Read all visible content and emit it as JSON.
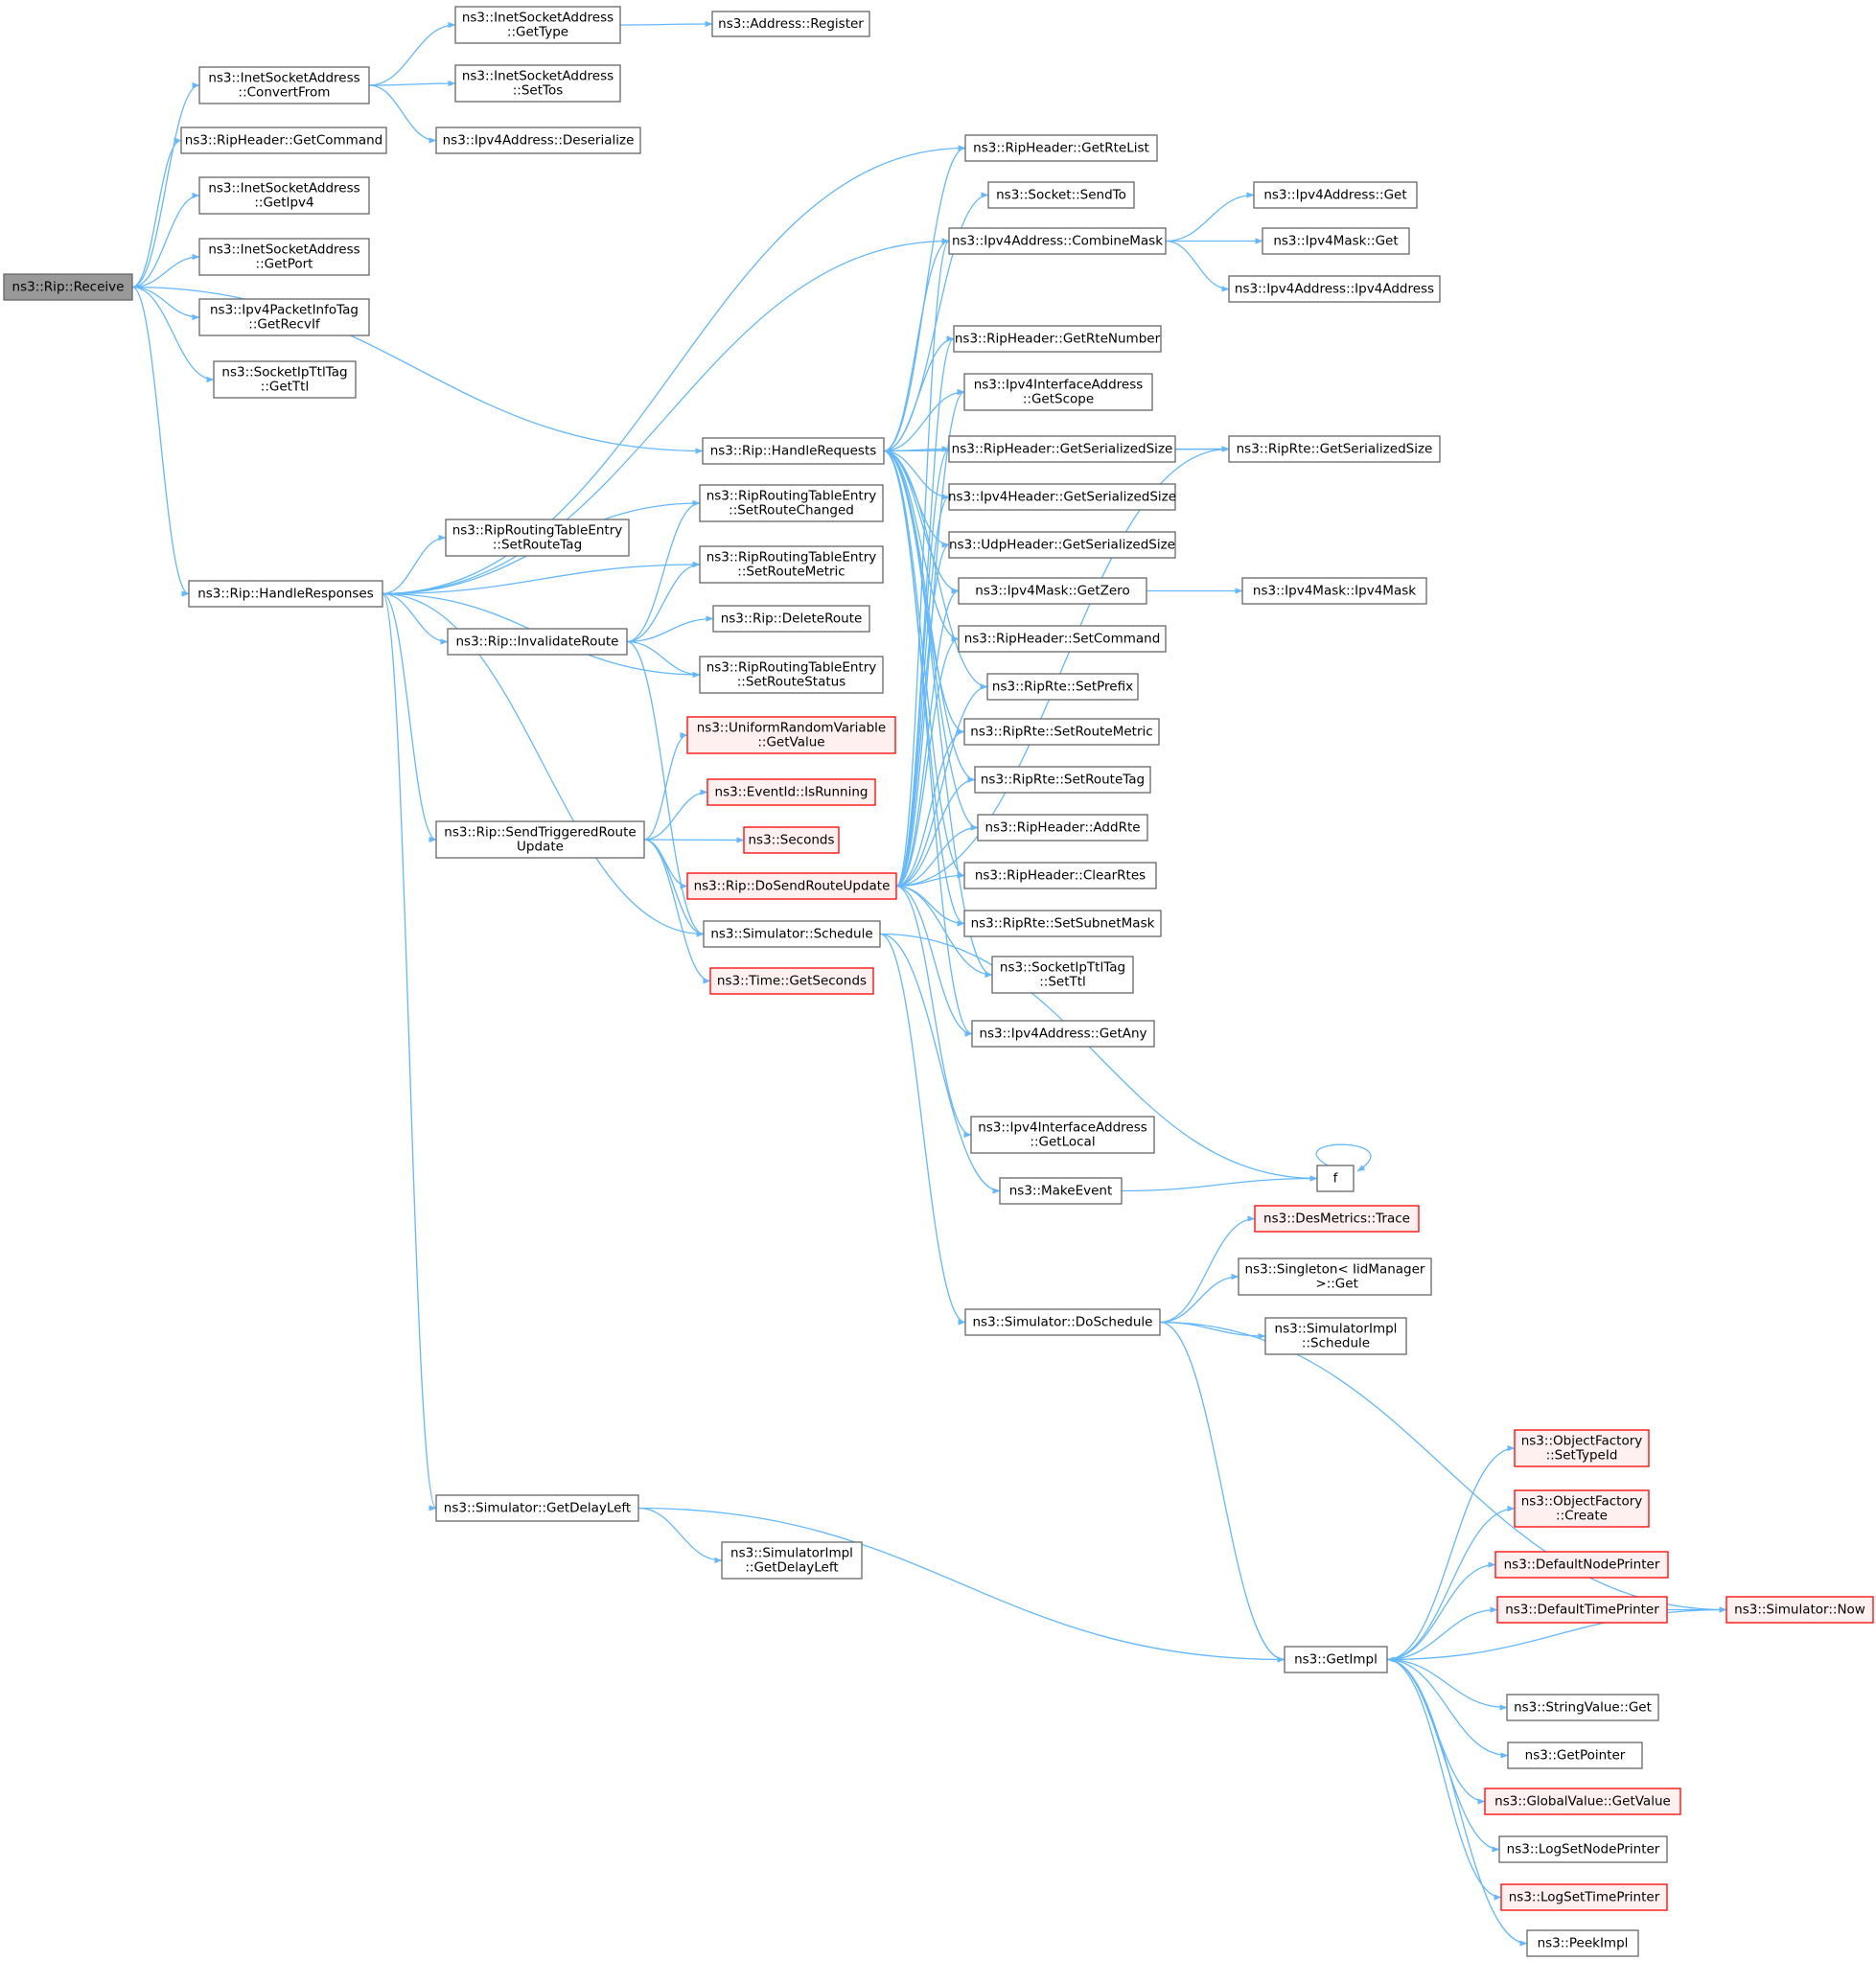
{
  "colors": {
    "edge": "#63b8ff",
    "node_border": "#666666",
    "node_fill": "#ffffff",
    "root_fill": "#999999",
    "root_border": "#666666",
    "truncated_border": "#ff0000",
    "truncated_fill": "#fff0f0",
    "text": "#000000"
  },
  "nodes": [
    {
      "id": "receive",
      "lines": [
        "ns3::Rip::Receive"
      ],
      "style": "root"
    },
    {
      "id": "convertfrom",
      "lines": [
        "ns3::InetSocketAddress",
        "::ConvertFrom"
      ],
      "style": "normal"
    },
    {
      "id": "gettype",
      "lines": [
        "ns3::InetSocketAddress",
        "::GetType"
      ],
      "style": "normal"
    },
    {
      "id": "register",
      "lines": [
        "ns3::Address::Register"
      ],
      "style": "normal"
    },
    {
      "id": "settos",
      "lines": [
        "ns3::InetSocketAddress",
        "::SetTos"
      ],
      "style": "normal"
    },
    {
      "id": "deserialize",
      "lines": [
        "ns3::Ipv4Address::Deserialize"
      ],
      "style": "normal"
    },
    {
      "id": "getcommand",
      "lines": [
        "ns3::RipHeader::GetCommand"
      ],
      "style": "normal"
    },
    {
      "id": "getipv4",
      "lines": [
        "ns3::InetSocketAddress",
        "::GetIpv4"
      ],
      "style": "normal"
    },
    {
      "id": "getport",
      "lines": [
        "ns3::InetSocketAddress",
        "::GetPort"
      ],
      "style": "normal"
    },
    {
      "id": "getrecvif",
      "lines": [
        "ns3::Ipv4PacketInfoTag",
        "::GetRecvIf"
      ],
      "style": "normal"
    },
    {
      "id": "getttl",
      "lines": [
        "ns3::SocketIpTtlTag",
        "::GetTtl"
      ],
      "style": "normal"
    },
    {
      "id": "handlerequests",
      "lines": [
        "ns3::Rip::HandleRequests"
      ],
      "style": "normal"
    },
    {
      "id": "handleresponses",
      "lines": [
        "ns3::Rip::HandleResponses"
      ],
      "style": "normal"
    },
    {
      "id": "getrtelist",
      "lines": [
        "ns3::RipHeader::GetRteList"
      ],
      "style": "normal"
    },
    {
      "id": "sendto",
      "lines": [
        "ns3::Socket::SendTo"
      ],
      "style": "normal"
    },
    {
      "id": "combinemask",
      "lines": [
        "ns3::Ipv4Address::CombineMask"
      ],
      "style": "normal"
    },
    {
      "id": "ipv4addrget",
      "lines": [
        "ns3::Ipv4Address::Get"
      ],
      "style": "normal"
    },
    {
      "id": "ipv4maskget",
      "lines": [
        "ns3::Ipv4Mask::Get"
      ],
      "style": "normal"
    },
    {
      "id": "ipv4addrctor",
      "lines": [
        "ns3::Ipv4Address::Ipv4Address"
      ],
      "style": "normal"
    },
    {
      "id": "getrtenumber",
      "lines": [
        "ns3::RipHeader::GetRteNumber"
      ],
      "style": "normal"
    },
    {
      "id": "getscope",
      "lines": [
        "ns3::Ipv4InterfaceAddress",
        "::GetScope"
      ],
      "style": "normal"
    },
    {
      "id": "riphdrsize",
      "lines": [
        "ns3::RipHeader::GetSerializedSize"
      ],
      "style": "normal"
    },
    {
      "id": "ripertesize",
      "lines": [
        "ns3::RipRte::GetSerializedSize"
      ],
      "style": "normal"
    },
    {
      "id": "ipv4hdrsize",
      "lines": [
        "ns3::Ipv4Header::GetSerializedSize"
      ],
      "style": "normal"
    },
    {
      "id": "udphdrsize",
      "lines": [
        "ns3::UdpHeader::GetSerializedSize"
      ],
      "style": "normal"
    },
    {
      "id": "getzero",
      "lines": [
        "ns3::Ipv4Mask::GetZero"
      ],
      "style": "normal"
    },
    {
      "id": "ipv4maskctor",
      "lines": [
        "ns3::Ipv4Mask::Ipv4Mask"
      ],
      "style": "normal"
    },
    {
      "id": "setcommand",
      "lines": [
        "ns3::RipHeader::SetCommand"
      ],
      "style": "normal"
    },
    {
      "id": "setprefix",
      "lines": [
        "ns3::RipRte::SetPrefix"
      ],
      "style": "normal"
    },
    {
      "id": "rtesetroutemetric",
      "lines": [
        "ns3::RipRte::SetRouteMetric"
      ],
      "style": "normal"
    },
    {
      "id": "rtesetroutetag",
      "lines": [
        "ns3::RipRte::SetRouteTag"
      ],
      "style": "normal"
    },
    {
      "id": "addrte",
      "lines": [
        "ns3::RipHeader::AddRte"
      ],
      "style": "normal"
    },
    {
      "id": "clearrtes",
      "lines": [
        "ns3::RipHeader::ClearRtes"
      ],
      "style": "normal"
    },
    {
      "id": "setsubnetmask",
      "lines": [
        "ns3::RipRte::SetSubnetMask"
      ],
      "style": "normal"
    },
    {
      "id": "setttl",
      "lines": [
        "ns3::SocketIpTtlTag",
        "::SetTtl"
      ],
      "style": "normal"
    },
    {
      "id": "getany",
      "lines": [
        "ns3::Ipv4Address::GetAny"
      ],
      "style": "normal"
    },
    {
      "id": "getlocal",
      "lines": [
        "ns3::Ipv4InterfaceAddress",
        "::GetLocal"
      ],
      "style": "normal"
    },
    {
      "id": "makeevent",
      "lines": [
        "ns3::MakeEvent"
      ],
      "style": "normal"
    },
    {
      "id": "f",
      "lines": [
        "f"
      ],
      "style": "normal"
    },
    {
      "id": "setroutechanged",
      "lines": [
        "ns3::RipRoutingTableEntry",
        "::SetRouteChanged"
      ],
      "style": "normal"
    },
    {
      "id": "rtesetroutetagentry",
      "lines": [
        "ns3::RipRoutingTableEntry",
        "::SetRouteTag"
      ],
      "style": "normal"
    },
    {
      "id": "setroutemetricentry",
      "lines": [
        "ns3::RipRoutingTableEntry",
        "::SetRouteMetric"
      ],
      "style": "normal"
    },
    {
      "id": "invalidateroute",
      "lines": [
        "ns3::Rip::InvalidateRoute"
      ],
      "style": "normal"
    },
    {
      "id": "deleteroute",
      "lines": [
        "ns3::Rip::DeleteRoute"
      ],
      "style": "normal"
    },
    {
      "id": "setroutestatus",
      "lines": [
        "ns3::RipRoutingTableEntry",
        "::SetRouteStatus"
      ],
      "style": "normal"
    },
    {
      "id": "urvgetvalue",
      "lines": [
        "ns3::UniformRandomVariable",
        "::GetValue"
      ],
      "style": "truncated"
    },
    {
      "id": "isrunning",
      "lines": [
        "ns3::EventId::IsRunning"
      ],
      "style": "truncated"
    },
    {
      "id": "seconds",
      "lines": [
        "ns3::Seconds"
      ],
      "style": "truncated"
    },
    {
      "id": "sendtriggered",
      "lines": [
        "ns3::Rip::SendTriggeredRoute",
        "Update"
      ],
      "style": "normal"
    },
    {
      "id": "dosendrouteupdate",
      "lines": [
        "ns3::Rip::DoSendRouteUpdate"
      ],
      "style": "truncated"
    },
    {
      "id": "schedule",
      "lines": [
        "ns3::Simulator::Schedule"
      ],
      "style": "normal"
    },
    {
      "id": "timegetseconds",
      "lines": [
        "ns3::Time::GetSeconds"
      ],
      "style": "truncated"
    },
    {
      "id": "desmetrics",
      "lines": [
        "ns3::DesMetrics::Trace"
      ],
      "style": "truncated"
    },
    {
      "id": "singletonget",
      "lines": [
        "ns3::Singleton< IidManager",
        " >::Get"
      ],
      "style": "normal"
    },
    {
      "id": "doschedule",
      "lines": [
        "ns3::Simulator::DoSchedule"
      ],
      "style": "normal"
    },
    {
      "id": "simimplschedule",
      "lines": [
        "ns3::SimulatorImpl",
        "::Schedule"
      ],
      "style": "normal"
    },
    {
      "id": "getdelayleft",
      "lines": [
        "ns3::Simulator::GetDelayLeft"
      ],
      "style": "normal"
    },
    {
      "id": "simimplgetdelayleft",
      "lines": [
        "ns3::SimulatorImpl",
        "::GetDelayLeft"
      ],
      "style": "normal"
    },
    {
      "id": "settypeid",
      "lines": [
        "ns3::ObjectFactory",
        "::SetTypeId"
      ],
      "style": "truncated"
    },
    {
      "id": "create",
      "lines": [
        "ns3::ObjectFactory",
        "::Create"
      ],
      "style": "truncated"
    },
    {
      "id": "defaultnodeprinter",
      "lines": [
        "ns3::DefaultNodePrinter"
      ],
      "style": "truncated"
    },
    {
      "id": "defaulttimeprinter",
      "lines": [
        "ns3::DefaultTimePrinter"
      ],
      "style": "truncated"
    },
    {
      "id": "now",
      "lines": [
        "ns3::Simulator::Now"
      ],
      "style": "truncated"
    },
    {
      "id": "getimpl",
      "lines": [
        "ns3::GetImpl"
      ],
      "style": "normal"
    },
    {
      "id": "stringvalueget",
      "lines": [
        "ns3::StringValue::Get"
      ],
      "style": "normal"
    },
    {
      "id": "getpointer",
      "lines": [
        "ns3::GetPointer"
      ],
      "style": "normal"
    },
    {
      "id": "globalvalueget",
      "lines": [
        "ns3::GlobalValue::GetValue"
      ],
      "style": "truncated"
    },
    {
      "id": "logsetnodeprinter",
      "lines": [
        "ns3::LogSetNodePrinter"
      ],
      "style": "normal"
    },
    {
      "id": "logsettimeprinter",
      "lines": [
        "ns3::LogSetTimePrinter"
      ],
      "style": "truncated"
    },
    {
      "id": "peekimpl",
      "lines": [
        "ns3::PeekImpl"
      ],
      "style": "normal"
    }
  ],
  "edges": [
    [
      "receive",
      "convertfrom"
    ],
    [
      "receive",
      "getcommand"
    ],
    [
      "receive",
      "getipv4"
    ],
    [
      "receive",
      "getport"
    ],
    [
      "receive",
      "getrecvif"
    ],
    [
      "receive",
      "getttl"
    ],
    [
      "receive",
      "handlerequests"
    ],
    [
      "receive",
      "handleresponses"
    ],
    [
      "convertfrom",
      "gettype"
    ],
    [
      "convertfrom",
      "settos"
    ],
    [
      "convertfrom",
      "deserialize"
    ],
    [
      "gettype",
      "register"
    ],
    [
      "handleresponses",
      "getrtelist"
    ],
    [
      "handleresponses",
      "combinemask"
    ],
    [
      "handleresponses",
      "setroutechanged"
    ],
    [
      "handleresponses",
      "rtesetroutetagentry"
    ],
    [
      "handleresponses",
      "setroutemetricentry"
    ],
    [
      "handleresponses",
      "invalidateroute"
    ],
    [
      "handleresponses",
      "setroutestatus"
    ],
    [
      "handleresponses",
      "sendtriggered"
    ],
    [
      "handleresponses",
      "schedule"
    ],
    [
      "handleresponses",
      "getdelayleft"
    ],
    [
      "handlerequests",
      "getrtelist"
    ],
    [
      "handlerequests",
      "sendto"
    ],
    [
      "handlerequests",
      "combinemask"
    ],
    [
      "handlerequests",
      "getrtenumber"
    ],
    [
      "handlerequests",
      "getscope"
    ],
    [
      "handlerequests",
      "riphdrsize"
    ],
    [
      "handlerequests",
      "ripertesize"
    ],
    [
      "handlerequests",
      "ipv4hdrsize"
    ],
    [
      "handlerequests",
      "udphdrsize"
    ],
    [
      "handlerequests",
      "getzero"
    ],
    [
      "handlerequests",
      "setcommand"
    ],
    [
      "handlerequests",
      "setprefix"
    ],
    [
      "handlerequests",
      "rtesetroutemetric"
    ],
    [
      "handlerequests",
      "rtesetroutetag"
    ],
    [
      "handlerequests",
      "addrte"
    ],
    [
      "handlerequests",
      "clearrtes"
    ],
    [
      "handlerequests",
      "setsubnetmask"
    ],
    [
      "handlerequests",
      "setttl"
    ],
    [
      "handlerequests",
      "getany"
    ],
    [
      "combinemask",
      "ipv4addrget"
    ],
    [
      "combinemask",
      "ipv4maskget"
    ],
    [
      "combinemask",
      "ipv4addrctor"
    ],
    [
      "riphdrsize",
      "ripertesize"
    ],
    [
      "getzero",
      "ipv4maskctor"
    ],
    [
      "invalidateroute",
      "setroutechanged"
    ],
    [
      "invalidateroute",
      "setroutemetricentry"
    ],
    [
      "invalidateroute",
      "deleteroute"
    ],
    [
      "invalidateroute",
      "setroutestatus"
    ],
    [
      "invalidateroute",
      "schedule"
    ],
    [
      "sendtriggered",
      "urvgetvalue"
    ],
    [
      "sendtriggered",
      "isrunning"
    ],
    [
      "sendtriggered",
      "seconds"
    ],
    [
      "sendtriggered",
      "dosendrouteupdate"
    ],
    [
      "sendtriggered",
      "schedule"
    ],
    [
      "sendtriggered",
      "timegetseconds"
    ],
    [
      "dosendrouteupdate",
      "combinemask"
    ],
    [
      "dosendrouteupdate",
      "getrtenumber"
    ],
    [
      "dosendrouteupdate",
      "getscope"
    ],
    [
      "dosendrouteupdate",
      "riphdrsize"
    ],
    [
      "dosendrouteupdate",
      "ripertesize"
    ],
    [
      "dosendrouteupdate",
      "ipv4hdrsize"
    ],
    [
      "dosendrouteupdate",
      "udphdrsize"
    ],
    [
      "dosendrouteupdate",
      "getzero"
    ],
    [
      "dosendrouteupdate",
      "setcommand"
    ],
    [
      "dosendrouteupdate",
      "setprefix"
    ],
    [
      "dosendrouteupdate",
      "rtesetroutemetric"
    ],
    [
      "dosendrouteupdate",
      "rtesetroutetag"
    ],
    [
      "dosendrouteupdate",
      "addrte"
    ],
    [
      "dosendrouteupdate",
      "clearrtes"
    ],
    [
      "dosendrouteupdate",
      "setsubnetmask"
    ],
    [
      "dosendrouteupdate",
      "setttl"
    ],
    [
      "dosendrouteupdate",
      "getany"
    ],
    [
      "dosendrouteupdate",
      "getlocal"
    ],
    [
      "schedule",
      "makeevent"
    ],
    [
      "schedule",
      "f"
    ],
    [
      "schedule",
      "doschedule"
    ],
    [
      "makeevent",
      "f"
    ],
    [
      "f",
      "f"
    ],
    [
      "doschedule",
      "desmetrics"
    ],
    [
      "doschedule",
      "singletonget"
    ],
    [
      "doschedule",
      "simimplschedule"
    ],
    [
      "doschedule",
      "now"
    ],
    [
      "doschedule",
      "getimpl"
    ],
    [
      "getdelayleft",
      "simimplgetdelayleft"
    ],
    [
      "getdelayleft",
      "getimpl"
    ],
    [
      "getimpl",
      "settypeid"
    ],
    [
      "getimpl",
      "create"
    ],
    [
      "getimpl",
      "defaultnodeprinter"
    ],
    [
      "getimpl",
      "defaulttimeprinter"
    ],
    [
      "getimpl",
      "stringvalueget"
    ],
    [
      "getimpl",
      "getpointer"
    ],
    [
      "getimpl",
      "globalvalueget"
    ],
    [
      "getimpl",
      "logsetnodeprinter"
    ],
    [
      "getimpl",
      "logsettimeprinter"
    ],
    [
      "getimpl",
      "peekimpl"
    ],
    [
      "defaulttimeprinter",
      "now"
    ],
    [
      "now",
      "getimpl"
    ]
  ]
}
